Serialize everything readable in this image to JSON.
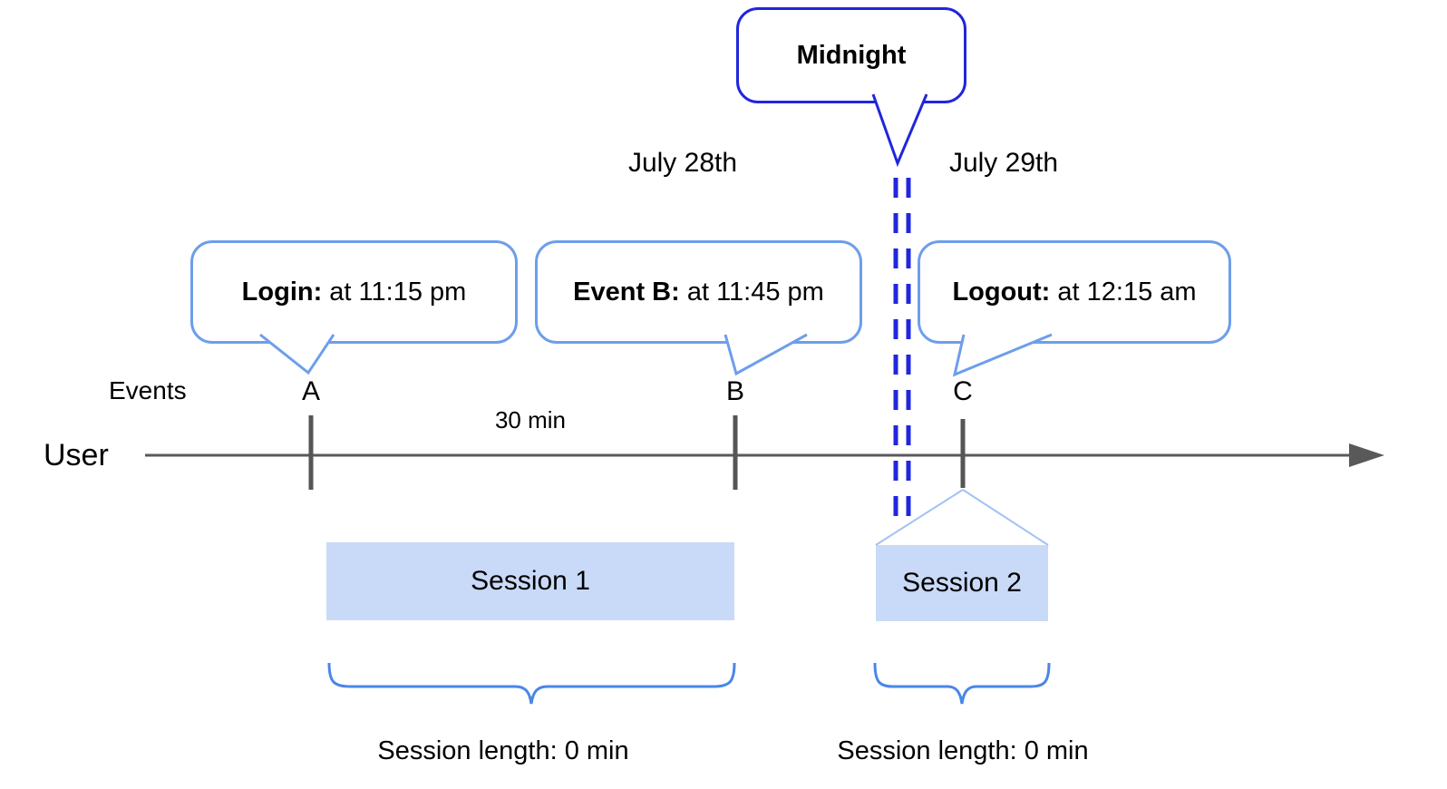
{
  "diagram_title": "User session spanning midnight timeline",
  "colors": {
    "dark_blue": "#2026dd",
    "callout_blue": "#6d9eeb",
    "brace_blue": "#4a86e8",
    "connector_light_blue": "#a4c2f4",
    "session_fill": "#c9daf8",
    "axis_gray": "#595959",
    "text": "#000000"
  },
  "callouts": {
    "midnight": {
      "label": "Midnight"
    },
    "login": {
      "label": "Login:",
      "text": " at 11:15 pm"
    },
    "event_b": {
      "label": "Event B:",
      "text": " at 11:45 pm"
    },
    "logout": {
      "label": "Logout:",
      "text": " at 12:15 am"
    }
  },
  "dates": {
    "before_midnight": "July 28th",
    "after_midnight": "July 29th"
  },
  "axis": {
    "events_label": "Events",
    "user_label": "User",
    "interval_label": "30 min",
    "event_markers": [
      "A",
      "B",
      "C"
    ]
  },
  "sessions": [
    {
      "name": "Session 1",
      "length_label": "Session length: 0 min"
    },
    {
      "name": "Session 2",
      "length_label": "Session length: 0 min"
    }
  ]
}
